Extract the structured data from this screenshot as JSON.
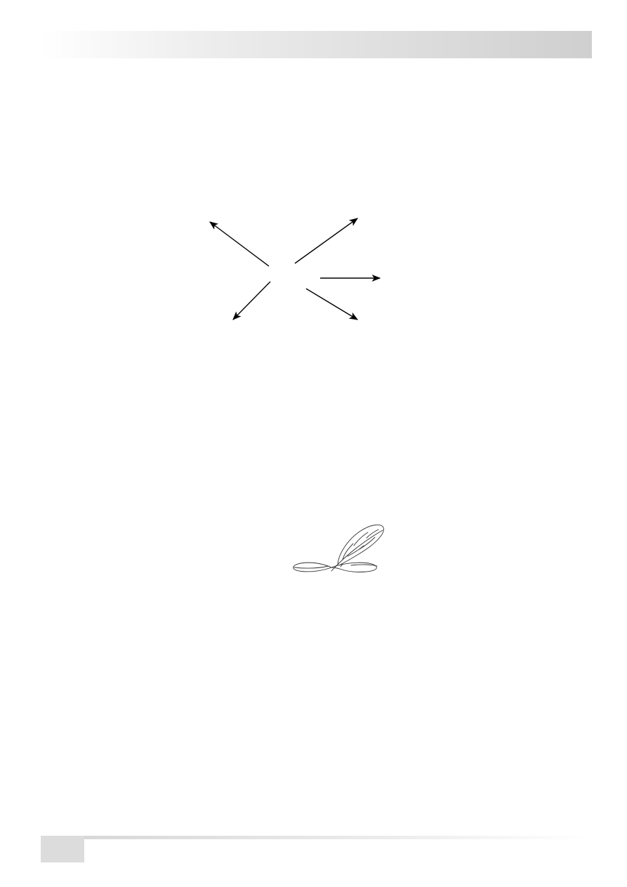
{
  "header": {
    "band_color_start": "#ffffff",
    "band_color_end": "#cfcfcf"
  },
  "diagram": {
    "arrow_color": "#000000",
    "arrows": [
      "up-left",
      "up-right",
      "right",
      "down-left",
      "down-right"
    ]
  },
  "ornament": {
    "icon": "quill-feather-icon",
    "stroke_color": "#333333"
  },
  "footer": {
    "page_number": "",
    "box_color": "#dcdcdc"
  }
}
